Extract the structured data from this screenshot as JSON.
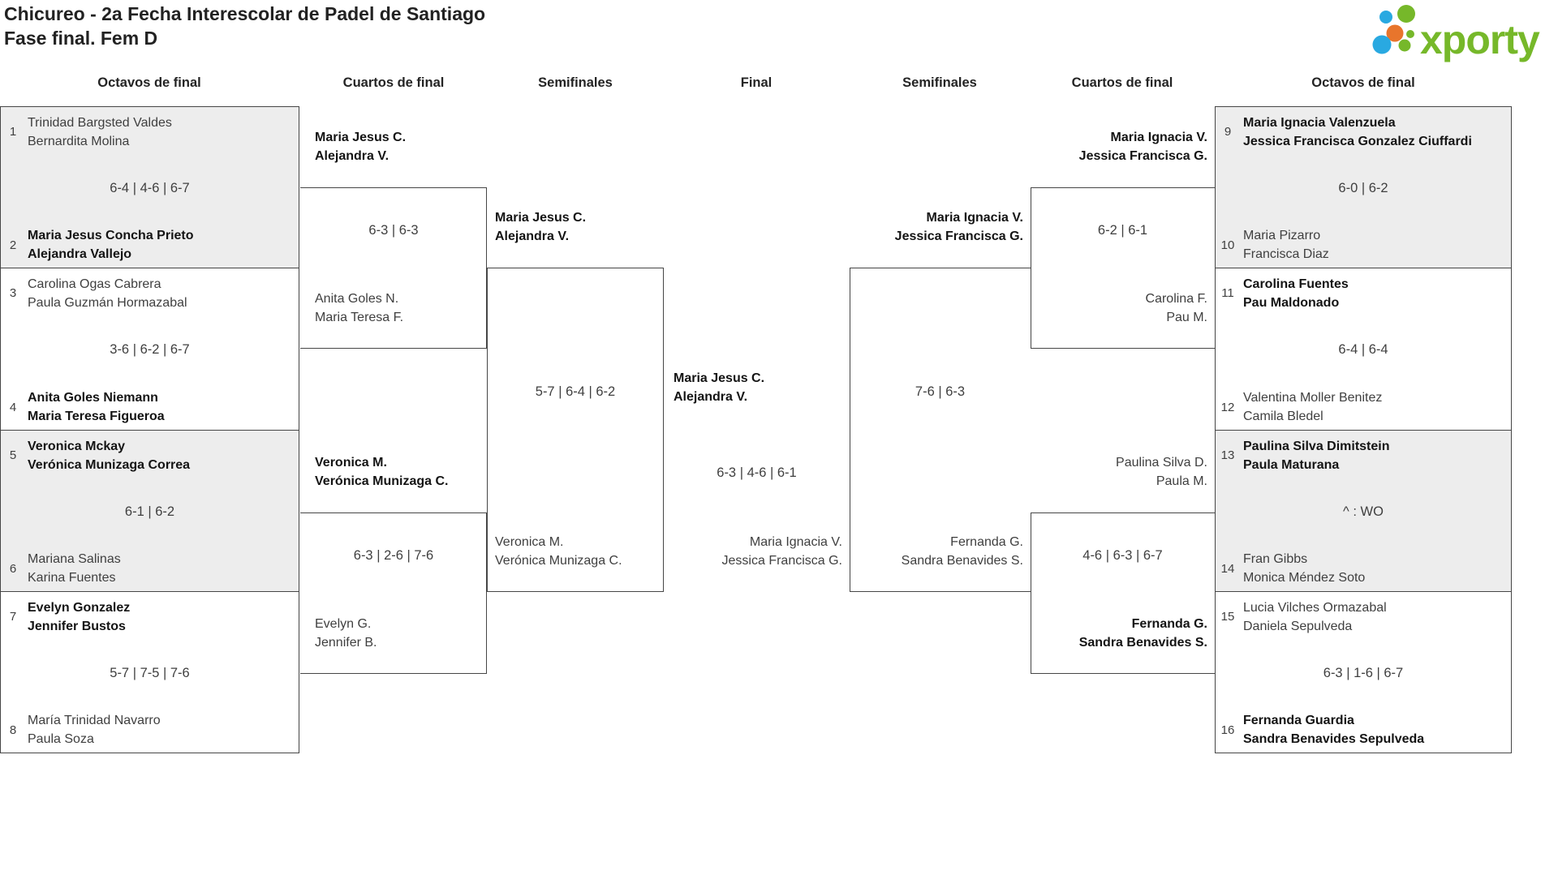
{
  "title": "Chicureo - 2a Fecha Interescolar de Padel de Santiago",
  "subtitle": "Fase final. Fem D",
  "logo": {
    "text": "xporty"
  },
  "colors": {
    "green": "#76b82a",
    "blue": "#29a9e1",
    "orange": "#e8752c",
    "line": "#464646",
    "shade": "#ededed"
  },
  "round_labels": [
    "Octavos de final",
    "Cuartos de final",
    "Semifinales",
    "Final",
    "Semifinales",
    "Cuartos de final",
    "Octavos de final"
  ],
  "r16": [
    {
      "seed_top": "1",
      "top": [
        "Trinidad Bargsted Valdes",
        "Bernardita Molina"
      ],
      "score": "6-4 | 4-6 | 6-7",
      "seed_bottom": "2",
      "bottom": [
        "Maria Jesus Concha Prieto",
        "Alejandra Vallejo"
      ]
    },
    {
      "seed_top": "3",
      "top": [
        "Carolina Ogas Cabrera",
        "Paula Guzmán Hormazabal"
      ],
      "score": "3-6 | 6-2 | 6-7",
      "seed_bottom": "4",
      "bottom": [
        "Anita Goles Niemann",
        "Maria Teresa Figueroa"
      ]
    },
    {
      "seed_top": "5",
      "top": [
        "Veronica Mckay",
        "Verónica Munizaga Correa"
      ],
      "score": "6-1 | 6-2",
      "seed_bottom": "6",
      "bottom": [
        "Mariana Salinas",
        "Karina Fuentes"
      ]
    },
    {
      "seed_top": "7",
      "top": [
        "Evelyn Gonzalez",
        "Jennifer Bustos"
      ],
      "score": "5-7 | 7-5 | 7-6",
      "seed_bottom": "8",
      "bottom": [
        "María Trinidad Navarro",
        "Paula Soza"
      ]
    },
    {
      "seed_top": "9",
      "top": [
        "Maria Ignacia Valenzuela",
        "Jessica Francisca Gonzalez Ciuffardi"
      ],
      "score": "6-0 | 6-2",
      "seed_bottom": "10",
      "bottom": [
        "Maria Pizarro",
        "Francisca Diaz"
      ]
    },
    {
      "seed_top": "11",
      "top": [
        "Carolina Fuentes",
        "Pau Maldonado"
      ],
      "score": "6-4 | 6-4",
      "seed_bottom": "12",
      "bottom": [
        "Valentina Moller Benitez",
        "Camila Bledel"
      ]
    },
    {
      "seed_top": "13",
      "top": [
        "Paulina Silva Dimitstein",
        "Paula Maturana"
      ],
      "score": "^ : WO",
      "seed_bottom": "14",
      "bottom": [
        "Fran Gibbs",
        "Monica Méndez Soto"
      ]
    },
    {
      "seed_top": "15",
      "top": [
        "Lucia Vilches Ormazabal",
        "Daniela Sepulveda"
      ],
      "score": "6-3 | 1-6 | 6-7",
      "seed_bottom": "16",
      "bottom": [
        "Fernanda Guardia",
        "Sandra Benavides Sepulveda"
      ]
    }
  ],
  "qf": [
    {
      "top": [
        "Maria Jesus C.",
        "Alejandra V."
      ],
      "score": "6-3 | 6-3",
      "bottom": [
        "Anita Goles N.",
        "Maria Teresa F."
      ]
    },
    {
      "top": [
        "Veronica M.",
        "Verónica Munizaga C."
      ],
      "score": "6-3 | 2-6 | 7-6",
      "bottom": [
        "Evelyn G.",
        "Jennifer B."
      ]
    },
    {
      "top": [
        "Maria Ignacia V.",
        "Jessica Francisca G."
      ],
      "score": "6-2 | 6-1",
      "bottom": [
        "Carolina F.",
        "Pau M."
      ]
    },
    {
      "top": [
        "Paulina Silva D.",
        "Paula M."
      ],
      "score": "4-6 | 6-3 | 6-7",
      "bottom": [
        "Fernanda G.",
        "Sandra Benavides S."
      ]
    }
  ],
  "sf": [
    {
      "top": [
        "Maria Jesus C.",
        "Alejandra V."
      ],
      "score": "5-7 | 6-4 | 6-2",
      "bottom": [
        "Veronica M.",
        "Verónica Munizaga C."
      ]
    },
    {
      "top": [
        "Maria Ignacia V.",
        "Jessica Francisca G."
      ],
      "score": "7-6 | 6-3",
      "bottom": [
        "Fernanda G.",
        "Sandra Benavides S."
      ]
    }
  ],
  "final": {
    "winner": [
      "Maria Jesus C.",
      "Alejandra V."
    ],
    "score": "6-3 | 4-6 | 6-1",
    "runner_up": [
      "Maria Ignacia V.",
      "Jessica Francisca G."
    ]
  }
}
